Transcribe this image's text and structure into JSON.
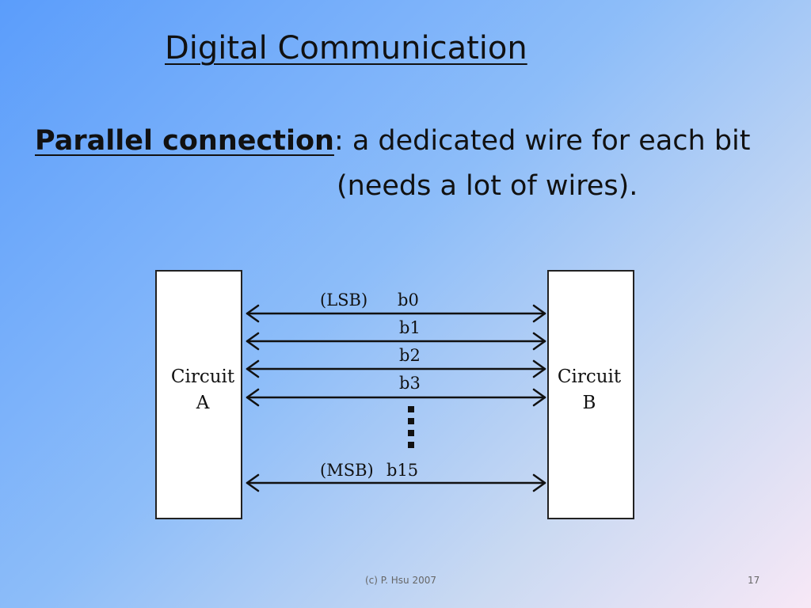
{
  "slide": {
    "title": "Digital Communication",
    "heading_keyword": "Parallel connection",
    "heading_rest": ": a dedicated wire for each bit",
    "heading_line2": "(needs a lot of wires)."
  },
  "diagram": {
    "circuit_a": [
      "Circuit",
      "A"
    ],
    "circuit_b": [
      "Circuit",
      "B"
    ],
    "lsb_label": "(LSB)",
    "msb_label": "(MSB)",
    "wires": [
      "b0",
      "b1",
      "b2",
      "b3",
      "b15"
    ],
    "ellipsis": "⋮"
  },
  "footer": {
    "copyright": "(c) P. Hsu 2007",
    "page_number": "17"
  }
}
